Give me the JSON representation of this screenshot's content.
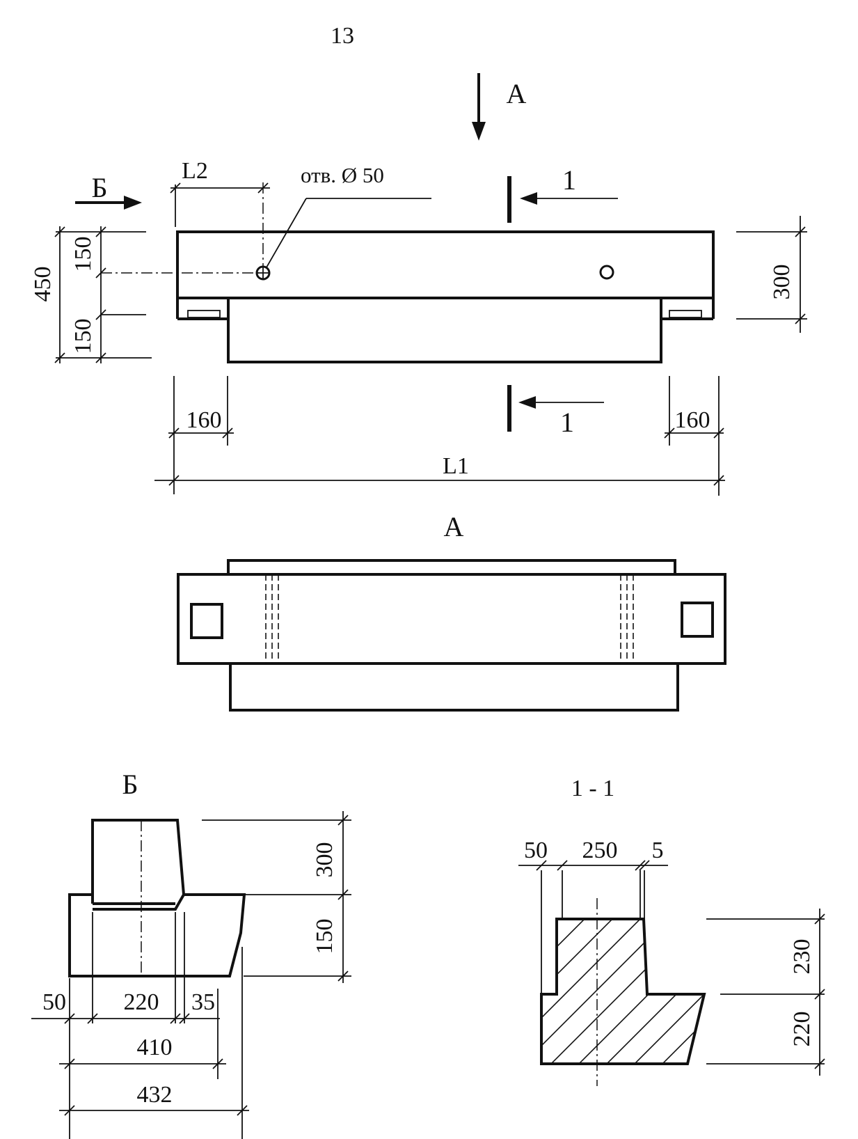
{
  "page_number": "13",
  "view_labels": {
    "view_a": "А",
    "view_b": "Б",
    "section": "1 - 1"
  },
  "section_marks": {
    "cut": "1"
  },
  "hole_note": "отв.  Ø 50",
  "main_view": {
    "length_label": "L1",
    "hole_offset_label": "L2",
    "height_total": "450",
    "height_top": "150",
    "height_bottom": "150",
    "height_right": "300",
    "end_left": "160",
    "end_right": "160"
  },
  "view_b_dims": {
    "height_top": "300",
    "height_bottom": "150",
    "w_50": "50",
    "w_220": "220",
    "w_35": "35",
    "w_410": "410",
    "w_432": "432"
  },
  "section_dims": {
    "w_50": "50",
    "w_250": "250",
    "w_5": "5",
    "h_230": "230",
    "h_220": "220"
  }
}
